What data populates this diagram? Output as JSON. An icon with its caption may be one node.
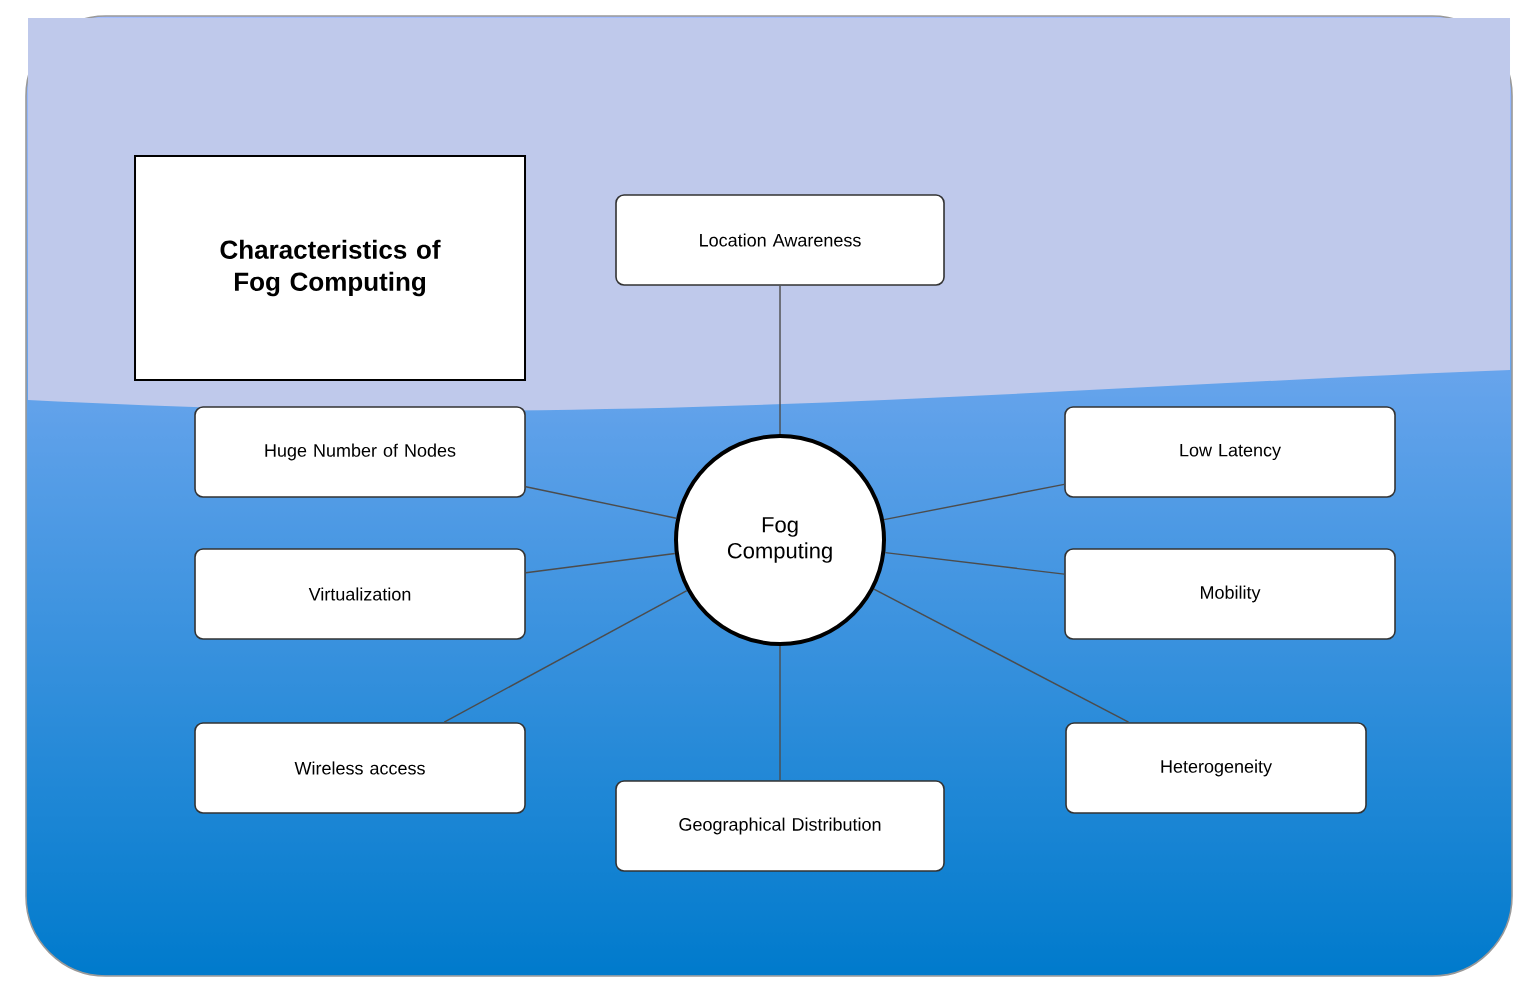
{
  "diagram": {
    "nodes": [
      {
        "text": [
          "Characteristics of Fog Computing"
        ]
      },
      {
        "text": [
          "Location Awareness"
        ]
      },
      {
        "text": [
          "Huge Number of Nodes"
        ]
      },
      {
        "text": [
          "Fog Computing"
        ]
      },
      {
        "text": [
          "Low Latency"
        ]
      },
      {
        "text": [
          "Virtualization"
        ]
      },
      {
        "text": [
          "Mobility"
        ]
      },
      {
        "text": [
          "Wireless access"
        ]
      },
      {
        "text": [
          "Heterogeneity"
        ]
      },
      {
        "text": [
          "Geographical Distribution"
        ]
      }
    ],
    "edges": [
      {
        "from": 3,
        "to": 1,
        "arrow": "none"
      },
      {
        "from": 3,
        "to": 2,
        "arrow": "none"
      },
      {
        "from": 3,
        "to": 4,
        "arrow": "none"
      },
      {
        "from": 3,
        "to": 5,
        "arrow": "none"
      },
      {
        "from": 3,
        "to": 6,
        "arrow": "none"
      },
      {
        "from": 3,
        "to": 7,
        "arrow": "none"
      },
      {
        "from": 3,
        "to": 8,
        "arrow": "none"
      },
      {
        "from": 3,
        "to": 9,
        "arrow": "none"
      }
    ]
  }
}
